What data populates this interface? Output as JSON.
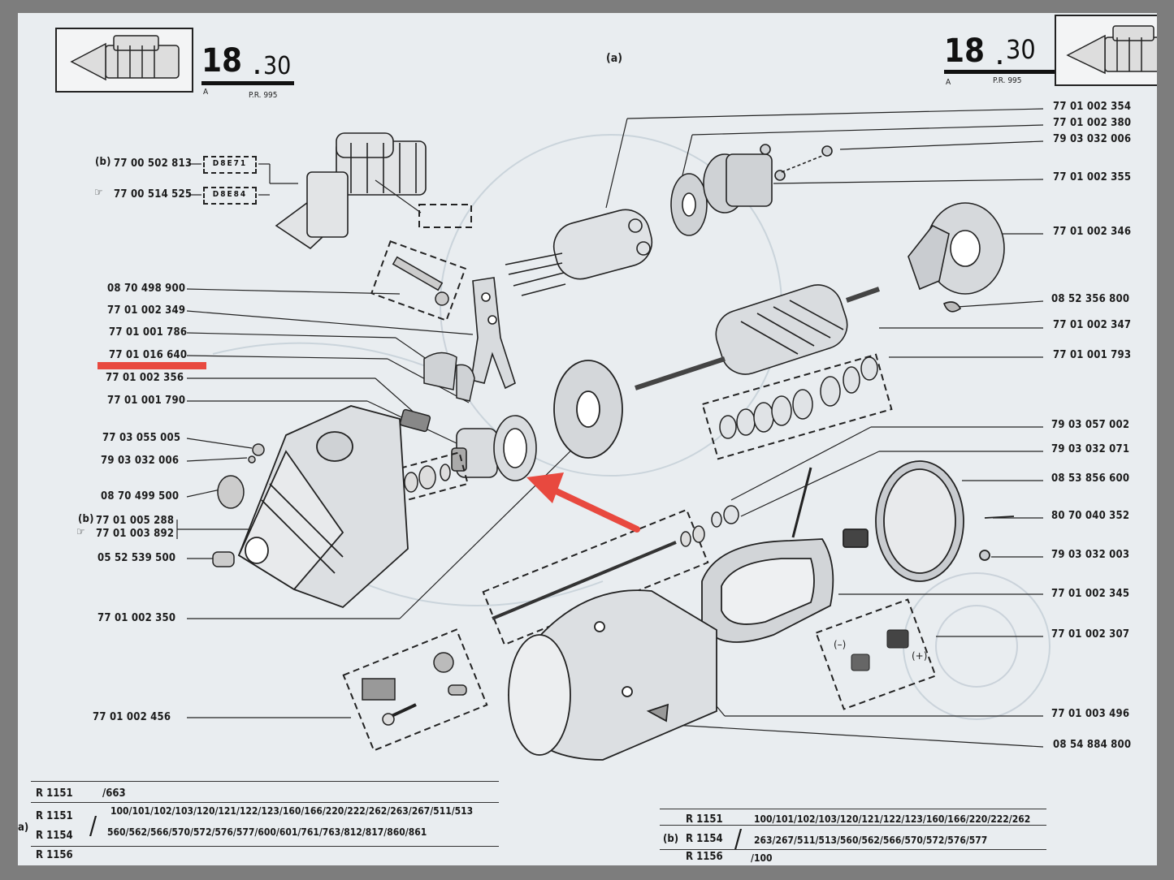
{
  "header": {
    "page_number_left": "18",
    "page_sub_left": "30",
    "page_number_right": "18",
    "page_sub_right": "30",
    "code_left": "A",
    "ref_left": "P.R. 995",
    "code_right": "A",
    "ref_right": "P.R. 995",
    "view_label": "(a)"
  },
  "left_labels": {
    "starter_b_prefix": "(b)",
    "starter_b": "77 00 502 813",
    "starter_b_code": "D8E71",
    "starter_hand": "77 00 514 525",
    "starter_hand_code": "D8E84",
    "l1": "08 70 498 900",
    "l2": "77 01 002 349",
    "l3": "77 01 001 786",
    "l4": "77 01 016 640",
    "l5": "77 01 002 356",
    "l6": "77 01 001 790",
    "l7": "77 03 055 005",
    "l8": "79 03 032 006",
    "l9": "08 70 499 500",
    "l10_prefix": "(b)",
    "l10": "77 01 005 288",
    "l11": "77 01 003 892",
    "l12": "05 52 539 500",
    "l13": "77 01 002 350",
    "l14": "77 01 002 456"
  },
  "right_labels": {
    "r1": "77 01 002 354",
    "r2": "77 01 002 380",
    "r3": "79 03 032 006",
    "r4": "77 01 002 355",
    "r5": "77 01 002 346",
    "r6": "08 52 356 800",
    "r7": "77 01 002 347",
    "r8": "77 01 001 793",
    "r9": "79 03 057 002",
    "r10": "79 03 032 071",
    "r11": "08 53 856 600",
    "r12": "80 70 040 352",
    "r13": "79 03 032 003",
    "r14": "77 01 002 345",
    "r15": "77 01 002 307",
    "r16": "77 01 003 496",
    "r17": "08 54 884 800"
  },
  "table_left": {
    "r1_model": "R 1151",
    "r1_vals": "/663",
    "r2_model": "R 1151",
    "r2_vals": "100/101/102/103/120/121/122/123/160/166/220/222/262/263/267/511/513",
    "r3_model": "R 1154",
    "r3_vals": "560/562/566/570/572/576/577/600/601/761/763/812/817/860/861",
    "r4_model": "R 1156",
    "side_mark": "a)"
  },
  "table_right": {
    "r1_model": "R 1151",
    "r1_vals": "100/101/102/103/120/121/122/123/160/166/220/222/262",
    "r2_model": "R 1154",
    "r2_vals": "263/267/511/513/560/562/566/570/572/576/577",
    "r3_model": "R 1156",
    "r3_vals": "/100",
    "side_mark": "(b)"
  },
  "annotation_colors": {
    "highlight": "#e8493f",
    "arrow": "#e8493f"
  }
}
